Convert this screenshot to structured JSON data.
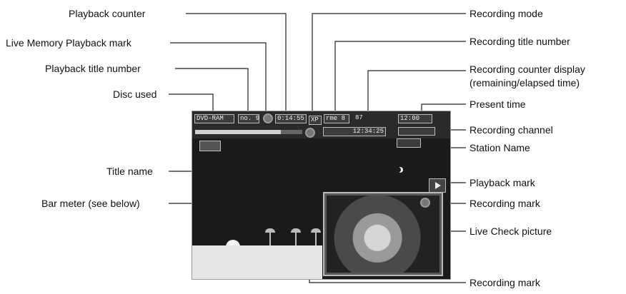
{
  "labels": {
    "playback_counter": "Playback counter",
    "live_memory_playback_mark": "Live Memory Playback mark",
    "playback_title_number": "Playback title number",
    "disc_used": "Disc used",
    "title_name": "Title name",
    "bar_meter": "Bar meter (see below)",
    "recording_mode": "Recording mode",
    "recording_title_number": "Recording title number",
    "recording_counter_display_line1": "Recording counter display",
    "recording_counter_display_line2": "(remaining/elapsed time)",
    "present_time": "Present time",
    "recording_channel": "Recording channel",
    "station_name": "Station Name",
    "playback_mark": "Playback mark",
    "recording_mark": "Recording mark",
    "live_check_picture": "Live Check picture",
    "recording_mark_bottom": "Recording mark"
  },
  "osd": {
    "disc": "DVD-RAM",
    "play_title": "no. 9",
    "play_counter": "0:14:55",
    "rec_mode": "XP",
    "rec_title": "rme 8",
    "rec_counter": "12:34:25",
    "present_time": "12:00",
    "remain": "87"
  },
  "bar_meter": {
    "fill_fraction": 0.8
  },
  "colors": {
    "screen": "#1a1a1a",
    "osd_text": "#eeeeee",
    "leader_line": "#222222"
  }
}
